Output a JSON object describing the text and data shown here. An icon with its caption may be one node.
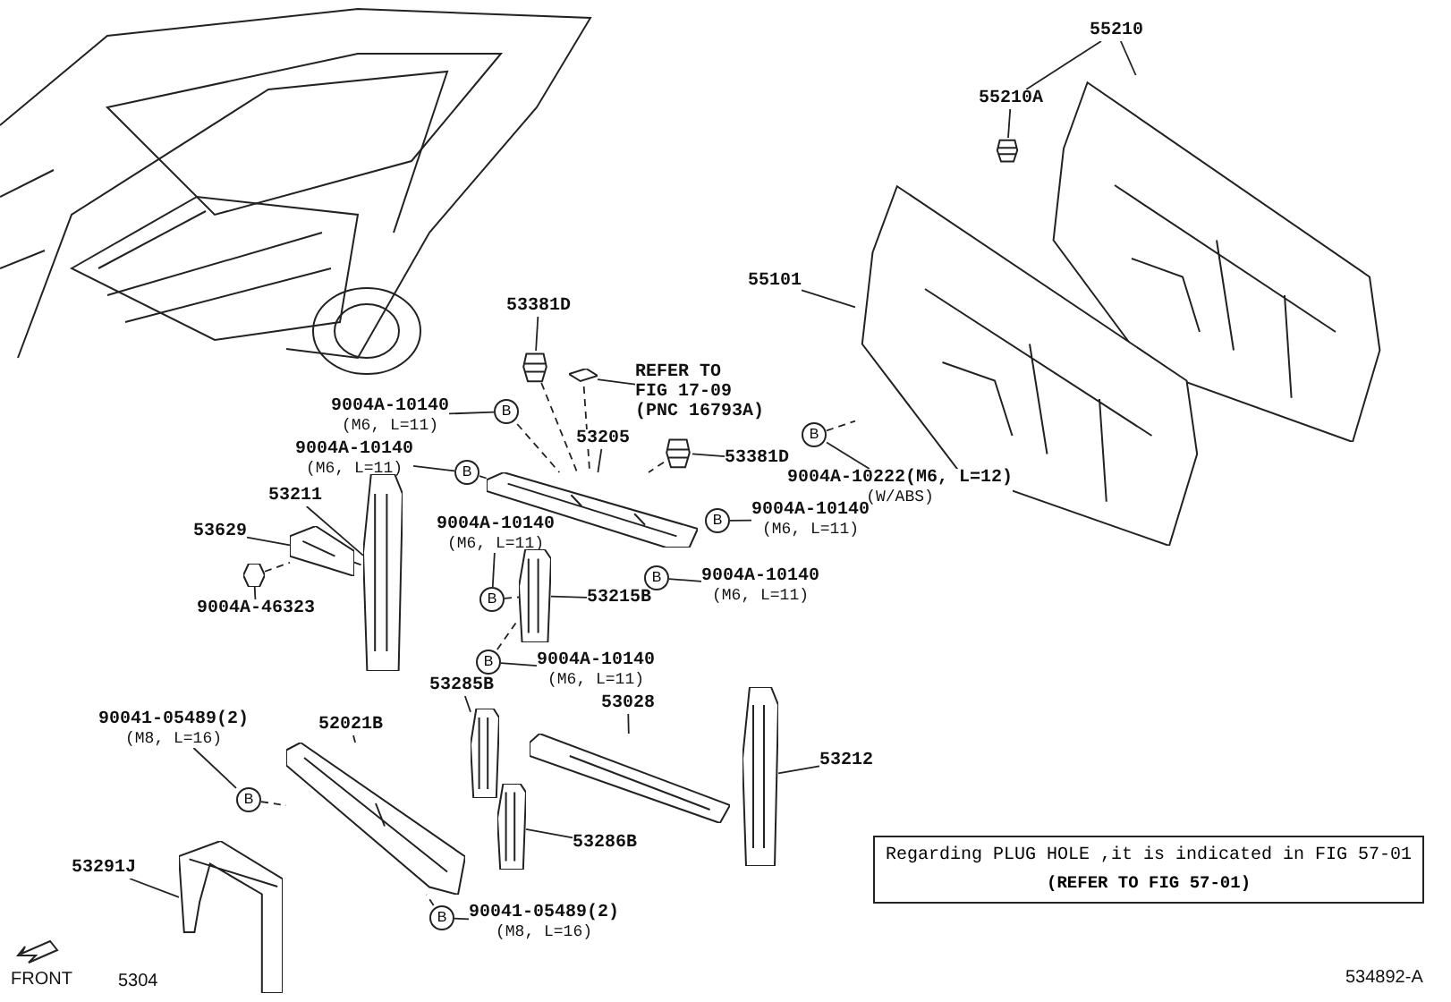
{
  "diagram": {
    "nodes": [
      {
        "text": [
          "55210"
        ]
      },
      {
        "text": [
          "55210A"
        ]
      },
      {
        "text": [],
        "shape": "picture"
      },
      {
        "text": [],
        "shape": "picture"
      },
      {
        "text": [
          "55101"
        ]
      },
      {
        "text": [],
        "shape": "picture"
      },
      {
        "text": [
          "B"
        ]
      },
      {
        "text": [
          "9004A-10222(M6, L=12)",
          "(W/ABS)"
        ]
      },
      {
        "text": [
          "53381D"
        ]
      },
      {
        "text": [],
        "shape": "picture"
      },
      {
        "text": [
          "REFER TO",
          "FIG 17-09",
          "(PNC 16793A)"
        ]
      },
      {
        "text": [],
        "shape": "picture"
      },
      {
        "text": [
          "B"
        ]
      },
      {
        "text": [
          "9004A-10140",
          "(M6, L=11)"
        ]
      },
      {
        "text": [
          "9004A-10140",
          "(M6, L=11)"
        ]
      },
      {
        "text": [
          "B"
        ]
      },
      {
        "text": [
          "53205"
        ]
      },
      {
        "text": [],
        "shape": "picture"
      },
      {
        "text": [
          "53381D"
        ]
      },
      {
        "text": [],
        "shape": "picture"
      },
      {
        "text": [
          "B"
        ]
      },
      {
        "text": [
          "9004A-10140",
          "(M6, L=11)"
        ]
      },
      {
        "text": [
          "B"
        ]
      },
      {
        "text": [
          "9004A-10140",
          "(M6, L=11)"
        ]
      },
      {
        "text": [
          "53211"
        ]
      },
      {
        "text": [],
        "shape": "picture"
      },
      {
        "text": [
          "53629"
        ]
      },
      {
        "text": [],
        "shape": "picture"
      },
      {
        "text": [],
        "shape": "picture"
      },
      {
        "text": [
          "9004A-46323"
        ]
      },
      {
        "text": [
          "9004A-10140",
          "(M6, L=11)"
        ]
      },
      {
        "text": [
          "B"
        ]
      },
      {
        "text": [
          "53215B"
        ]
      },
      {
        "text": [],
        "shape": "picture"
      },
      {
        "text": [
          "B"
        ]
      },
      {
        "text": [
          "9004A-10140",
          "(M6, L=11)"
        ]
      },
      {
        "text": [
          "53285B"
        ]
      },
      {
        "text": [],
        "shape": "picture"
      },
      {
        "text": [
          "90041-05489(2)",
          "(M8, L=16)"
        ]
      },
      {
        "text": [
          "B"
        ]
      },
      {
        "text": [
          "52021B"
        ]
      },
      {
        "text": [],
        "shape": "picture"
      },
      {
        "text": [
          "53028"
        ]
      },
      {
        "text": [],
        "shape": "picture"
      },
      {
        "text": [
          "53212"
        ]
      },
      {
        "text": [],
        "shape": "picture"
      },
      {
        "text": [],
        "shape": "picture"
      },
      {
        "text": [
          "53286B"
        ]
      },
      {
        "text": [
          "53291J"
        ]
      },
      {
        "text": [],
        "shape": "picture"
      },
      {
        "text": [
          "B"
        ]
      },
      {
        "text": [
          "90041-05489(2)",
          "(M8, L=16)"
        ]
      },
      {
        "text": [
          "Regarding PLUG HOLE ,it is indicated in FIG 57-01",
          "(REFER TO FIG 57-01)"
        ]
      }
    ],
    "edges": [
      {
        "from": 0,
        "to": 1,
        "arrow": "none"
      },
      {
        "from": 0,
        "to": 3,
        "arrow": "none"
      },
      {
        "from": 1,
        "to": 2,
        "arrow": "none"
      },
      {
        "from": 4,
        "to": 5,
        "arrow": "none"
      },
      {
        "from": 7,
        "to": 6,
        "arrow": "none"
      },
      {
        "from": 6,
        "to": 5,
        "arrow": "none",
        "style": "dashed"
      },
      {
        "from": 8,
        "to": 9,
        "arrow": "none"
      },
      {
        "from": 9,
        "to": 17,
        "arrow": "none",
        "style": "dashed"
      },
      {
        "from": 10,
        "to": 11,
        "arrow": "none"
      },
      {
        "from": 11,
        "to": 17,
        "arrow": "none",
        "style": "dashed"
      },
      {
        "from": 13,
        "to": 12,
        "arrow": "none"
      },
      {
        "from": 12,
        "to": 17,
        "arrow": "none",
        "style": "dashed"
      },
      {
        "from": 14,
        "to": 15,
        "arrow": "none"
      },
      {
        "from": 15,
        "to": 17,
        "arrow": "none",
        "style": "dashed"
      },
      {
        "from": 16,
        "to": 17,
        "arrow": "none"
      },
      {
        "from": 18,
        "to": 19,
        "arrow": "none"
      },
      {
        "from": 19,
        "to": 17,
        "arrow": "none",
        "style": "dashed"
      },
      {
        "from": 21,
        "to": 20,
        "arrow": "none"
      },
      {
        "from": 23,
        "to": 22,
        "arrow": "none"
      },
      {
        "from": 24,
        "to": 25,
        "arrow": "none"
      },
      {
        "from": 26,
        "to": 27,
        "arrow": "none"
      },
      {
        "from": 27,
        "to": 25,
        "arrow": "none",
        "style": "dashed"
      },
      {
        "from": 29,
        "to": 28,
        "arrow": "none"
      },
      {
        "from": 28,
        "to": 27,
        "arrow": "none",
        "style": "dashed"
      },
      {
        "from": 30,
        "to": 31,
        "arrow": "none"
      },
      {
        "from": 31,
        "to": 33,
        "arrow": "none",
        "style": "dashed"
      },
      {
        "from": 32,
        "to": 33,
        "arrow": "none"
      },
      {
        "from": 35,
        "to": 34,
        "arrow": "none"
      },
      {
        "from": 34,
        "to": 33,
        "arrow": "none",
        "style": "dashed"
      },
      {
        "from": 36,
        "to": 37,
        "arrow": "none"
      },
      {
        "from": 38,
        "to": 39,
        "arrow": "none"
      },
      {
        "from": 39,
        "to": 41,
        "arrow": "none",
        "style": "dashed"
      },
      {
        "from": 40,
        "to": 41,
        "arrow": "none"
      },
      {
        "from": 42,
        "to": 43,
        "arrow": "none"
      },
      {
        "from": 44,
        "to": 45,
        "arrow": "none"
      },
      {
        "from": 47,
        "to": 46,
        "arrow": "none"
      },
      {
        "from": 48,
        "to": 49,
        "arrow": "none"
      },
      {
        "from": 51,
        "to": 50,
        "arrow": "none"
      },
      {
        "from": 50,
        "to": 41,
        "arrow": "none",
        "style": "dashed"
      }
    ],
    "labels": [
      "FRONT",
      "5304",
      "534892-A"
    ]
  }
}
